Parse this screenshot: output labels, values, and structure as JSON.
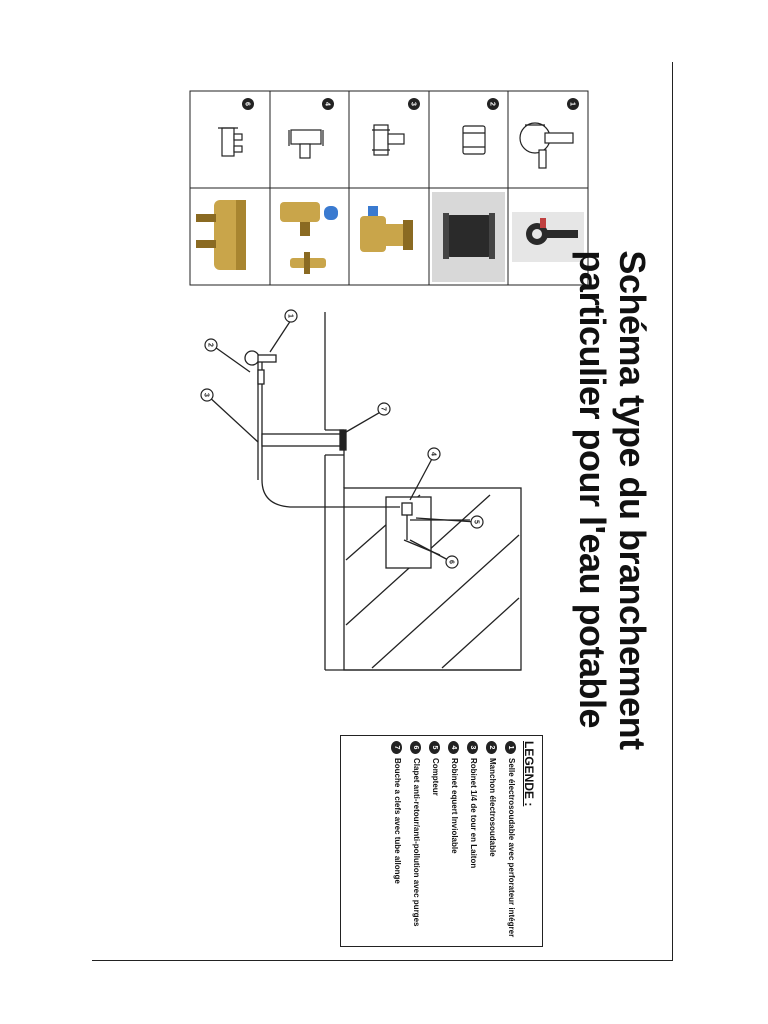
{
  "title": {
    "line1": "Schéma type du branchement",
    "line2": "particulier pour l'eau potable"
  },
  "legend": {
    "heading": "LEGENDE :",
    "items": [
      {
        "num": "1",
        "text": "Selle électrosoudable avec perforateur intégrer"
      },
      {
        "num": "2",
        "text": "Manchon électrosoudable"
      },
      {
        "num": "3",
        "text": "Robinet 1/4 de tour en Laiton"
      },
      {
        "num": "4",
        "text": "Robinet equert Inviolable"
      },
      {
        "num": "5",
        "text": "Compteur"
      },
      {
        "num": "6",
        "text": "Clapet anti-retour/anti-pollution avec purges"
      },
      {
        "num": "7",
        "text": "Bouche a clefs avec tube allonge"
      }
    ]
  },
  "parts_table": {
    "numbers": [
      "1",
      "2",
      "3",
      "4",
      "6"
    ]
  },
  "callouts": [
    "1",
    "2",
    "3",
    "4",
    "5",
    "6",
    "7"
  ],
  "colors": {
    "line": "#222222",
    "brass": "#c9a54a",
    "brass_dark": "#8a6a22",
    "black_part": "#2a2a2a",
    "photo_bg": "#e6e6e6"
  }
}
